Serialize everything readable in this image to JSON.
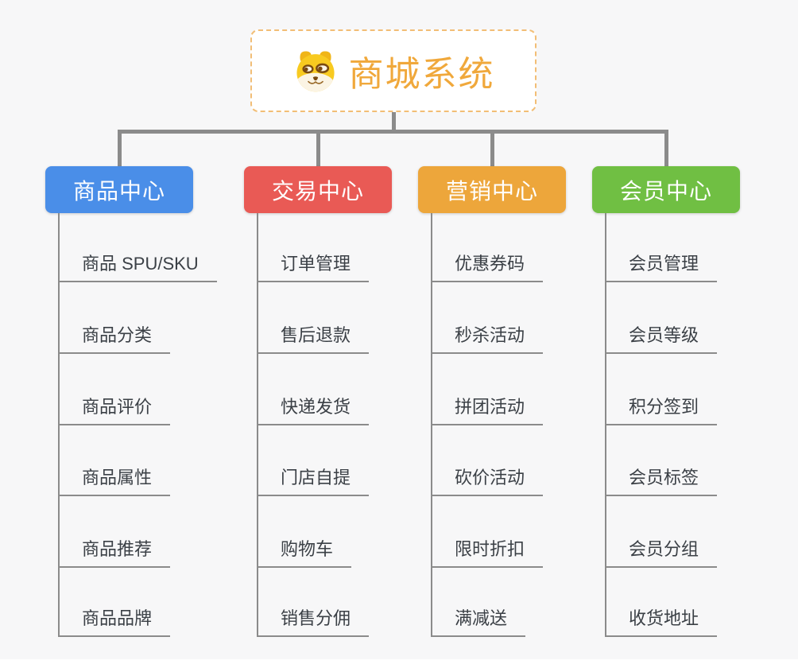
{
  "canvas": {
    "background": "#F7F7F8",
    "connector_color": "#8B8B8B"
  },
  "root": {
    "title": "商城系统",
    "icon": "doge-face-icon",
    "text_color": "#F0A83B",
    "border_color": "#F2BE76"
  },
  "branches": [
    {
      "label": "商品中心",
      "color": "#4A8EE8",
      "items": [
        "商品 SPU/SKU",
        "商品分类",
        "商品评价",
        "商品属性",
        "商品推荐",
        "商品品牌"
      ]
    },
    {
      "label": "交易中心",
      "color": "#E95A55",
      "items": [
        "订单管理",
        "售后退款",
        "快递发货",
        "门店自提",
        "购物车",
        "销售分佣"
      ]
    },
    {
      "label": "营销中心",
      "color": "#EDA63B",
      "items": [
        "优惠券码",
        "秒杀活动",
        "拼团活动",
        "砍价活动",
        "限时折扣",
        "满减送"
      ]
    },
    {
      "label": "会员中心",
      "color": "#70BF43",
      "items": [
        "会员管理",
        "会员等级",
        "积分签到",
        "会员标签",
        "会员分组",
        "收货地址"
      ]
    }
  ]
}
